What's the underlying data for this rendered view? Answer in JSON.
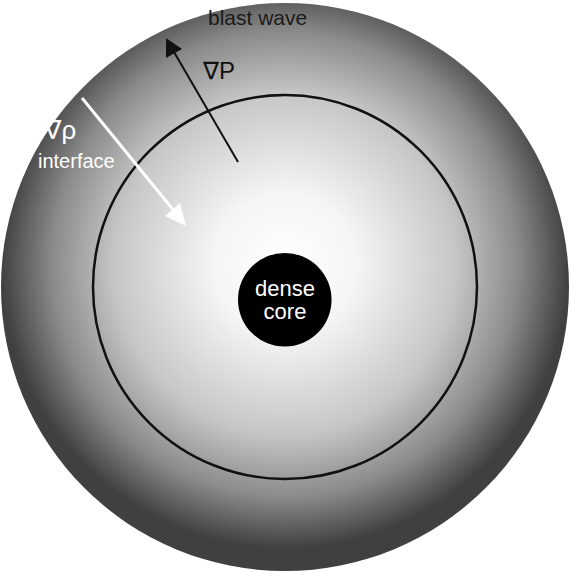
{
  "diagram": {
    "nodes": [
      {
        "text": [
          "dense core"
        ]
      }
    ],
    "labels": [
      "blast wave",
      "∇P",
      "∇ρ",
      "interface"
    ]
  }
}
